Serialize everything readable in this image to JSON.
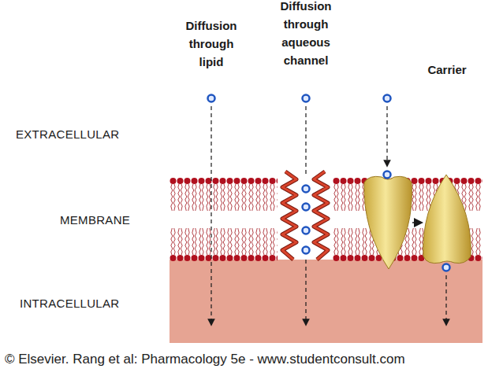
{
  "diagram": {
    "labels": [
      "Diffusion through lipid",
      "Diffusion through aqueous channel",
      "Carrier",
      "EXTRACELLULAR",
      "MEMBRANE",
      "INTRACELLULAR",
      "© Elsevier. Rang et al: Pharmacology 5e - www.studentconsult.com"
    ]
  }
}
